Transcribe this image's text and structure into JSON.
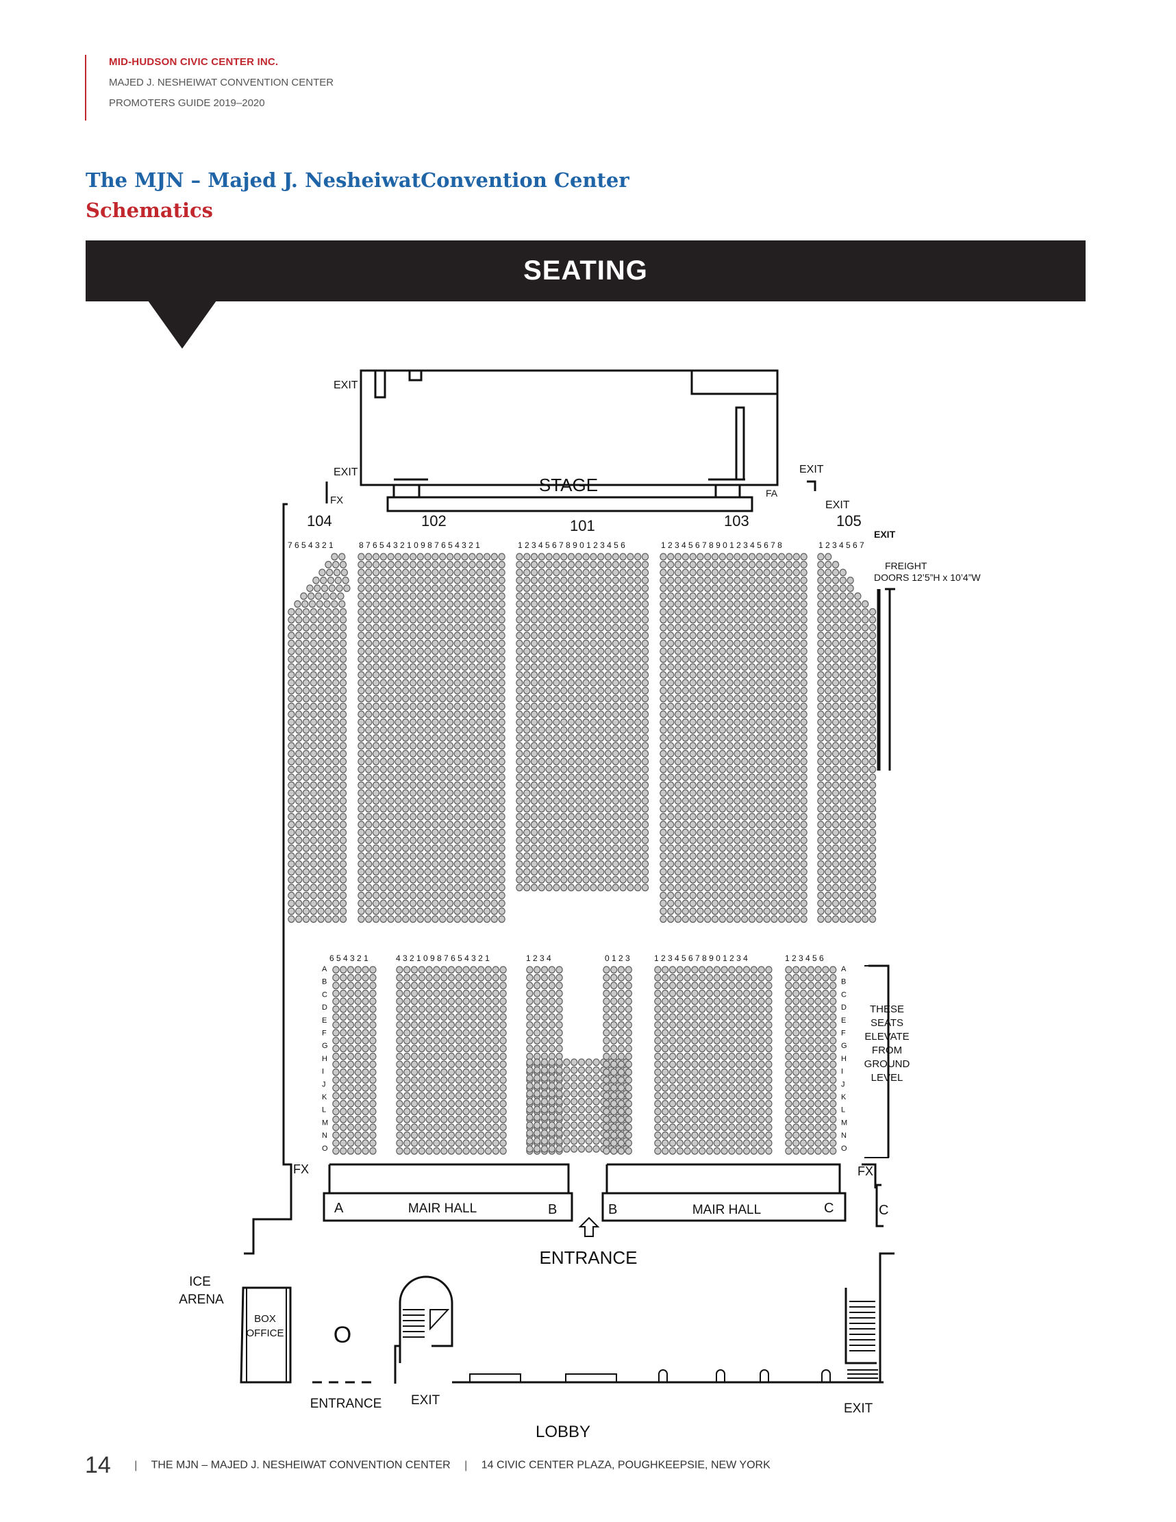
{
  "header": {
    "org": "MID-HUDSON CIVIC CENTER INC.",
    "venue": "MAJED J. NESHEIWAT CONVENTION CENTER",
    "guide": "PROMOTERS GUIDE 2019–2020"
  },
  "page_title": "The MJN – Majed J. NesheiwatConvention Center",
  "page_subtitle": "Schematics",
  "band_title": "SEATING",
  "plan": {
    "stage": "STAGE",
    "exit": "EXIT",
    "fx": "FX",
    "fa": "FA",
    "sections": [
      "104",
      "102",
      "101",
      "103",
      "105"
    ],
    "seat_nums_104": "7 6 5 4 3 2 1",
    "seat_nums_102": "8 7 6 5 4 3 2 1 0 9 8 7 6 5 4 3 2 1",
    "seat_nums_101": "1 2 3 4 5 6 7 8 9 0 1 2 3 4 5 6",
    "seat_nums_103": "1 2 3 4 5 6 7 8 9 0 1 2 3 4 5 6 7 8",
    "seat_nums_105": "1 2 3 4 5 6 7",
    "freight_line1": "FREIGHT",
    "freight_line2": "DOORS  12’5”H x 10’4”W",
    "floor_nums_a": "6 5 4 3 2 1",
    "floor_nums_b": "4 3 2 1 0 9 8 7 6 5 4 3 2 1",
    "floor_nums_c": "1 2 3 4",
    "floor_nums_d": "0 1 2 3",
    "floor_nums_e": "1 2 3 4 5 6 7 8 9 0 1 2 3 4",
    "floor_nums_f": "1 2 3 4 5 6",
    "row_letters": [
      "A",
      "B",
      "C",
      "D",
      "E",
      "F",
      "G",
      "H",
      "I",
      "J",
      "K",
      "L",
      "M",
      "N",
      "O"
    ],
    "elevate_note": [
      "THESE",
      "SEATS",
      "ELEVATE",
      "FROM",
      "GROUND",
      "LEVEL"
    ],
    "hall_label": "MAIR HALL",
    "hall_a": "A",
    "hall_b": "B",
    "hall_c": "C",
    "entrance": "ENTRANCE",
    "ice_arena_1": "ICE",
    "ice_arena_2": "ARENA",
    "box_office_1": "BOX",
    "box_office_2": "OFFICE",
    "o_mark": "O",
    "lobby": "LOBBY"
  },
  "footer": {
    "page_number": "14",
    "center": "THE MJN – MAJED J. NESHEIWAT CONVENTION CENTER",
    "address": "14 CIVIC CENTER PLAZA, POUGHKEEPSIE, NEW YORK"
  }
}
